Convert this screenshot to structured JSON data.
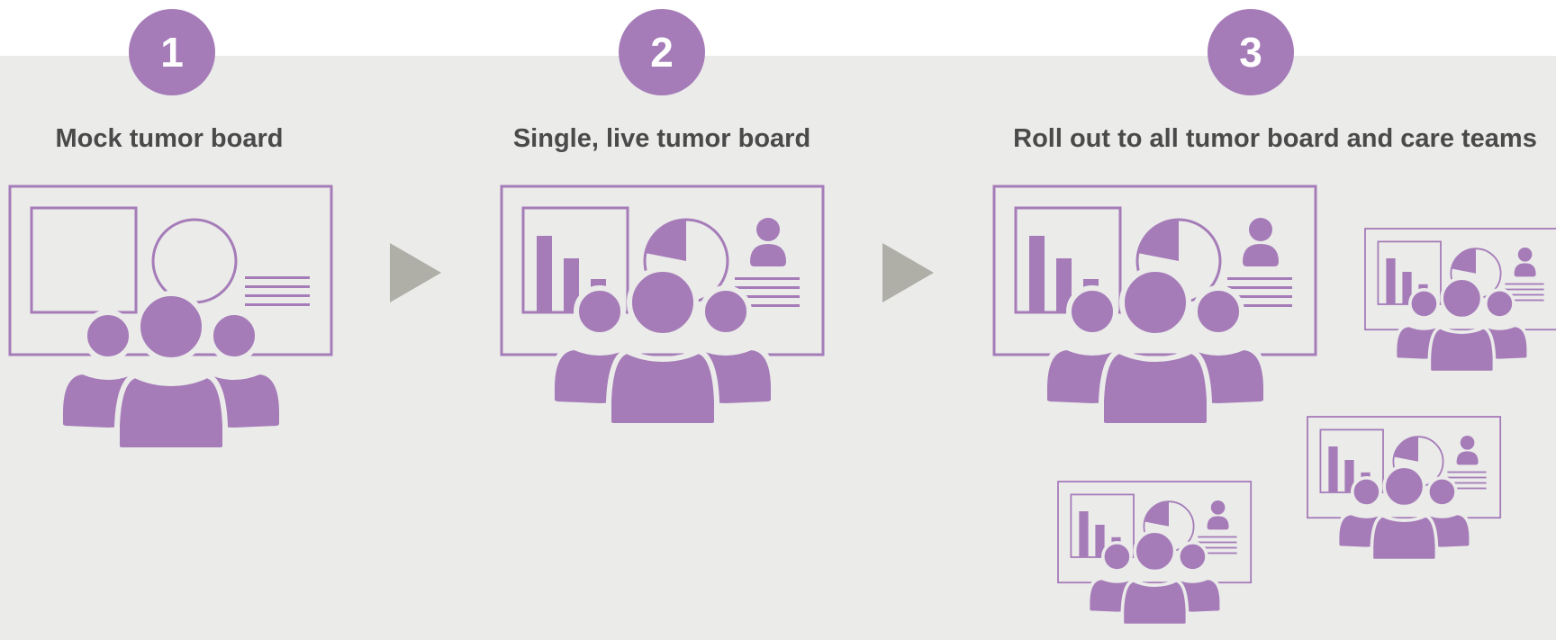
{
  "colors": {
    "accent": "#a57cb8",
    "panel": "#ebebea",
    "text": "#4a4a4a",
    "arrow": "#afafa8"
  },
  "steps": [
    {
      "number": "1",
      "title": "Mock tumor board"
    },
    {
      "number": "2",
      "title": "Single, live tumor board"
    },
    {
      "number": "3",
      "title": "Roll out to all tumor board and care teams"
    }
  ],
  "icons": {
    "board": "presentation-screen-icon",
    "team": "people-group-icon",
    "bars": "bar-chart-icon",
    "pie": "pie-chart-icon",
    "person": "person-icon",
    "arrow": "arrow-right-icon"
  }
}
